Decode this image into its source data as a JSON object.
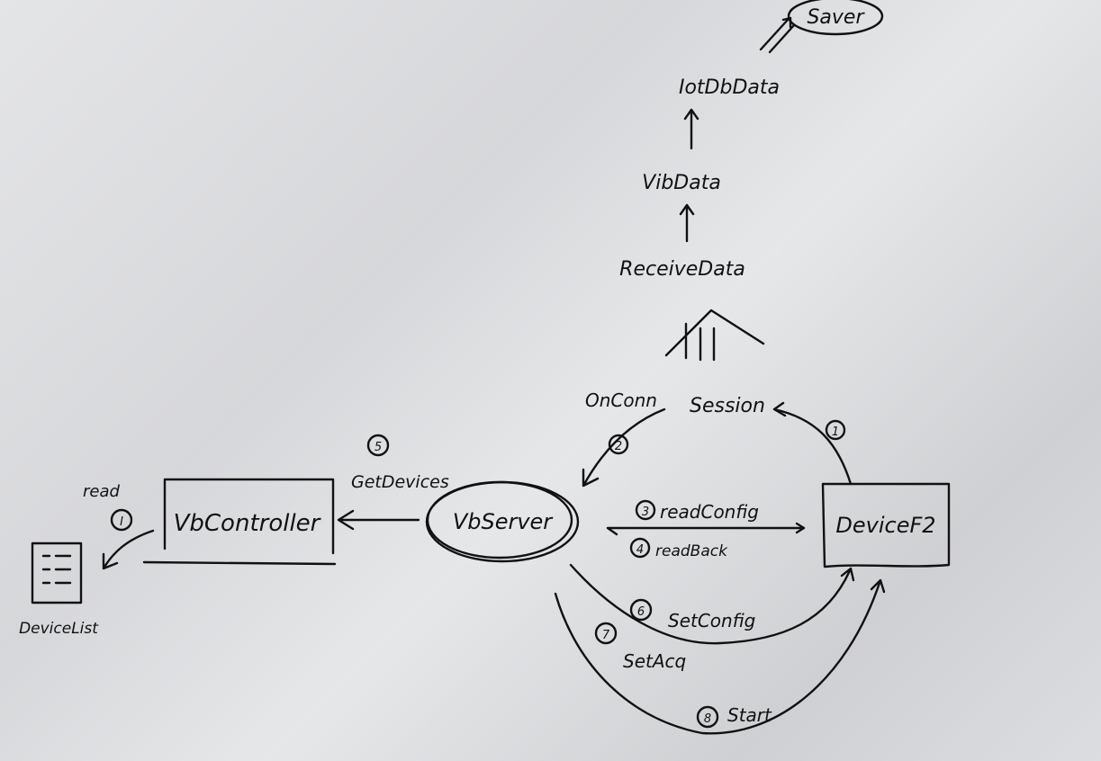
{
  "nodes": {
    "saver": "Saver",
    "iotdb": "IotDbData",
    "vibdata": "VibData",
    "receive": "ReceiveData",
    "session": "Session",
    "onconn": "OnConn",
    "vbserver": "VbServer",
    "vbcontroller": "VbController",
    "device": "DeviceF2",
    "devicelist": "DeviceList"
  },
  "edges": {
    "e1": {
      "num": "1",
      "label": ""
    },
    "e2": {
      "num": "2",
      "label": ""
    },
    "e3": {
      "num": "3",
      "label": "readConfig"
    },
    "e4": {
      "num": "4",
      "label": "readBack"
    },
    "e5": {
      "num": "5",
      "label": "GetDevices"
    },
    "e6": {
      "num": "6",
      "label": "SetConfig"
    },
    "e7": {
      "num": "7",
      "label": "SetAcq"
    },
    "e8": {
      "num": "8",
      "label": "Start"
    },
    "e9": {
      "num": "I",
      "label": "read"
    }
  }
}
